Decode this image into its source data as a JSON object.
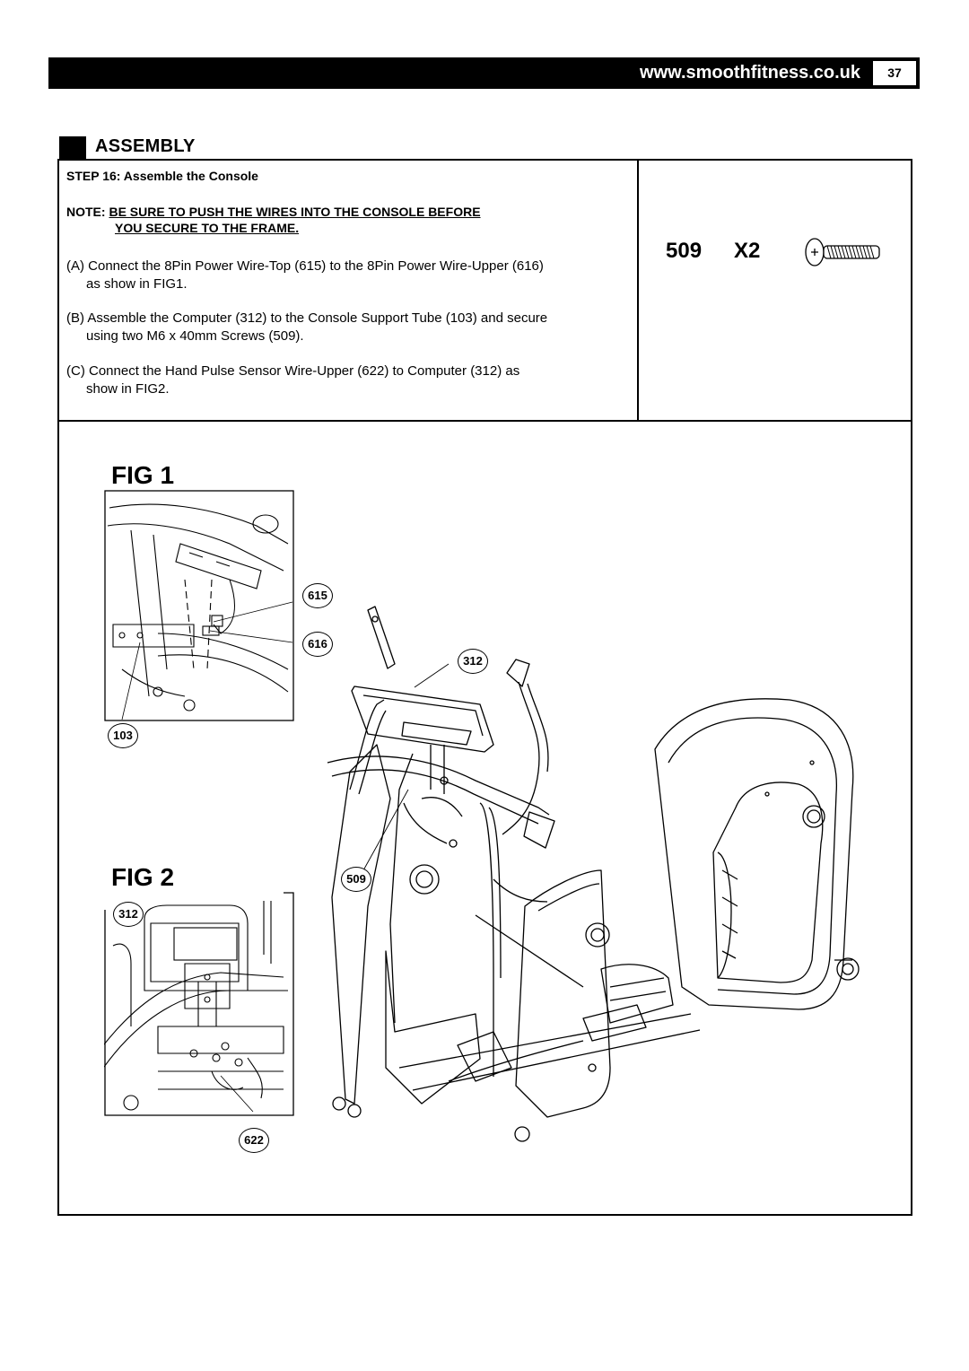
{
  "header": {
    "website": "www.smoothfitness.co.uk",
    "page_number": "37"
  },
  "section": {
    "title": "ASSEMBLY"
  },
  "instructions": {
    "step": "STEP 16: Assemble the Console",
    "note_prefix": "NOTE:",
    "note_line1": "BE SURE TO PUSH THE WIRES INTO THE CONSOLE BEFORE",
    "note_line2": "YOU SECURE TO THE FRAME.",
    "a_line1": "(A) Connect the 8Pin Power Wire-Top (615) to the 8Pin Power Wire-Upper (616)",
    "a_line2": "as show in FIG1.",
    "b_line1": "(B) Assemble the Computer (312) to the Console Support Tube (103) and secure",
    "b_line2": "using two M6 x 40mm Screws (509).",
    "c_line1": "(C) Connect the Hand Pulse Sensor Wire-Upper (622) to Computer (312) as",
    "c_line2": "show in FIG2."
  },
  "hardware": {
    "part": "509",
    "quantity": "X2",
    "icon": "screw-icon"
  },
  "figures": {
    "fig1_label": "FIG 1",
    "fig2_label": "FIG 2",
    "callouts": {
      "c615": "615",
      "c616": "616",
      "c312a": "312",
      "c103": "103",
      "c509": "509",
      "c312b": "312",
      "c622": "622"
    }
  }
}
